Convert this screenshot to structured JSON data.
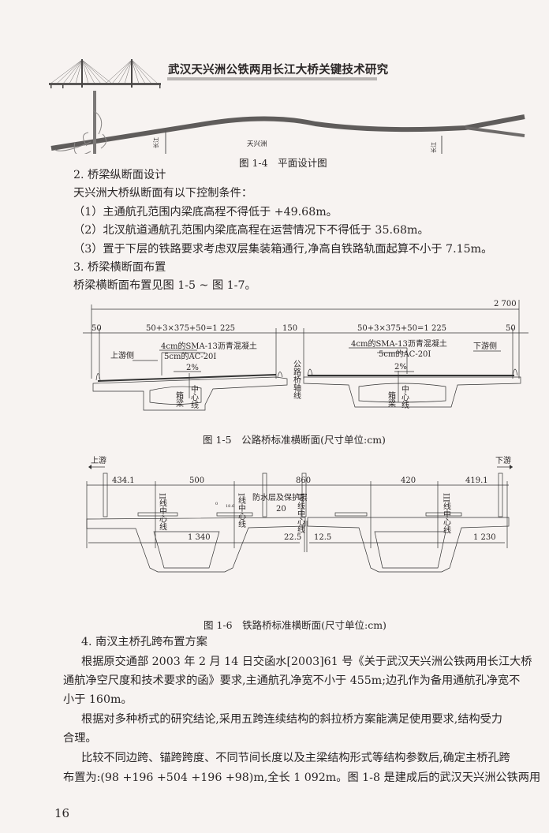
{
  "header": {
    "book_title": "武汉天兴洲公铁两用长江大桥关键技术研究",
    "logo_icon": "cable-stayed-bridge-icon"
  },
  "figure_1_4": {
    "caption": "图 1-4　平面设计图",
    "labels": {
      "island": "天兴洲",
      "marker_left": "长江",
      "marker_right": "长江"
    }
  },
  "section_2": {
    "heading": "2. 桥梁纵断面设计",
    "intro": "天兴洲大桥纵断面有以下控制条件：",
    "items": [
      "（1）主通航孔范围内梁底高程不得低于 +49.68m。",
      "（2）北汊航道通航孔范围内梁底高程在运营情况下不得低于 35.68m。",
      "（3）置于下层的铁路要求考虑双层集装箱通行,净高自铁路轨面起算不小于 7.15m。"
    ]
  },
  "section_3": {
    "heading": "3. 桥梁横断面布置",
    "body": "桥梁横断面布置见图 1-5 ~ 图 1-7。"
  },
  "figure_1_5": {
    "caption": "图 1-5　公路桥标准横断面(尺寸单位:cm)",
    "dims": {
      "total": "2 700",
      "left_edge": "50",
      "left_width": "50+3×375+50=1 225",
      "median": "150",
      "right_width": "50+3×375+50=1 225",
      "right_edge": "50"
    },
    "left": {
      "side": "上游侧",
      "layer_1": "4cm的SMA-13沥青混凝土",
      "layer_2": "5cm的AC-20I",
      "slope": "2%",
      "box_girder": "箱梁",
      "centerline": "中心线"
    },
    "axis": "公路桥轴线",
    "right": {
      "side": "下游侧",
      "layer_1": "4cm的SMA-13沥青混凝土",
      "layer_2": "5cm的AC-20I",
      "slope": "2%",
      "box_girder": "箱梁",
      "centerline": "中心线"
    }
  },
  "figure_1_6": {
    "caption": "图 1-6　铁路桥标准横断面(尺寸单位:cm)",
    "upstream": "上游",
    "downstream": "下游",
    "dims_top": [
      "434.1",
      "500",
      "860",
      "420",
      "419.1"
    ],
    "dims_bottom": {
      "left_box": "1 340",
      "gap_left": "22.5",
      "gap_right": "12.5",
      "right_box": "1 230"
    },
    "track_labels": {
      "line_2": "II线中心线",
      "line_1": "I线中心线",
      "line_4": "IV线中心线",
      "line_3": "III线中心线"
    },
    "waterproof": "防水层及保护层",
    "dim_20": "20",
    "small_dims": [
      "18.6",
      "0"
    ]
  },
  "section_4": {
    "heading": "4. 南汊主桥孔跨布置方案",
    "paragraphs": [
      [
        "根据原交通部 2003 年 2 月 14 日交函水[2003]61 号《关于武汉天兴洲公铁两用长江大桥",
        "通航净空尺度和技术要求的函》要求,主通航孔净宽不小于 455m;边孔作为备用通航孔净宽不",
        "小于 160m。"
      ],
      [
        "根据对多种桥式的研究结论,采用五跨连续结构的斜拉桥方案能满足使用要求,结构受力",
        "合理。"
      ],
      [
        "比较不同边跨、锚跨跨度、不同节间长度以及主梁结构形式等结构参数后,确定主桥孔跨",
        "布置为:(98 +196 +504 +196 +98)m,全长 1 092m。图 1-8 是建成后的武汉天兴洲公铁两用"
      ]
    ]
  },
  "footer": {
    "page_number": "16"
  }
}
